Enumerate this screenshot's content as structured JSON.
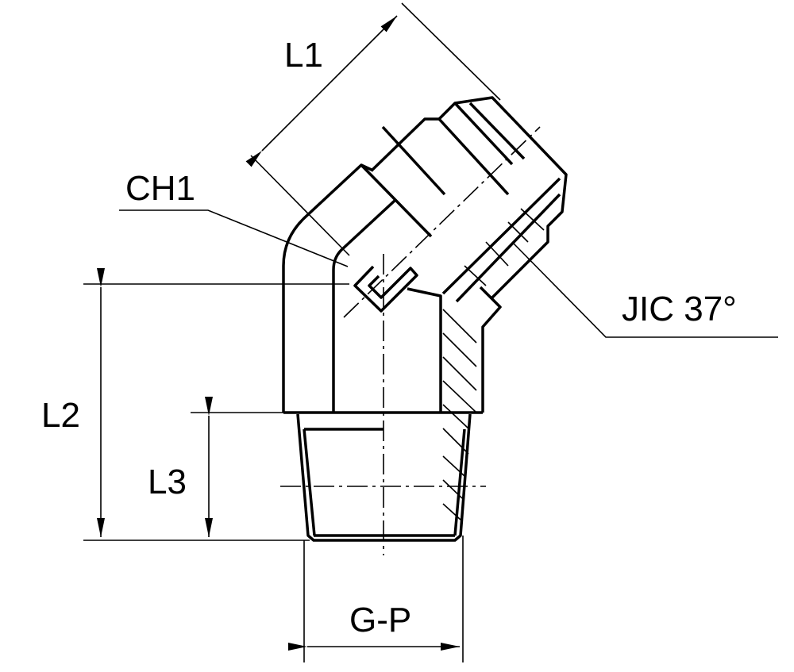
{
  "labels": {
    "l1": "L1",
    "ch1": "CH1",
    "jic": "JIC 37°",
    "l2": "L2",
    "l3": "L3",
    "gp": "G-P"
  }
}
